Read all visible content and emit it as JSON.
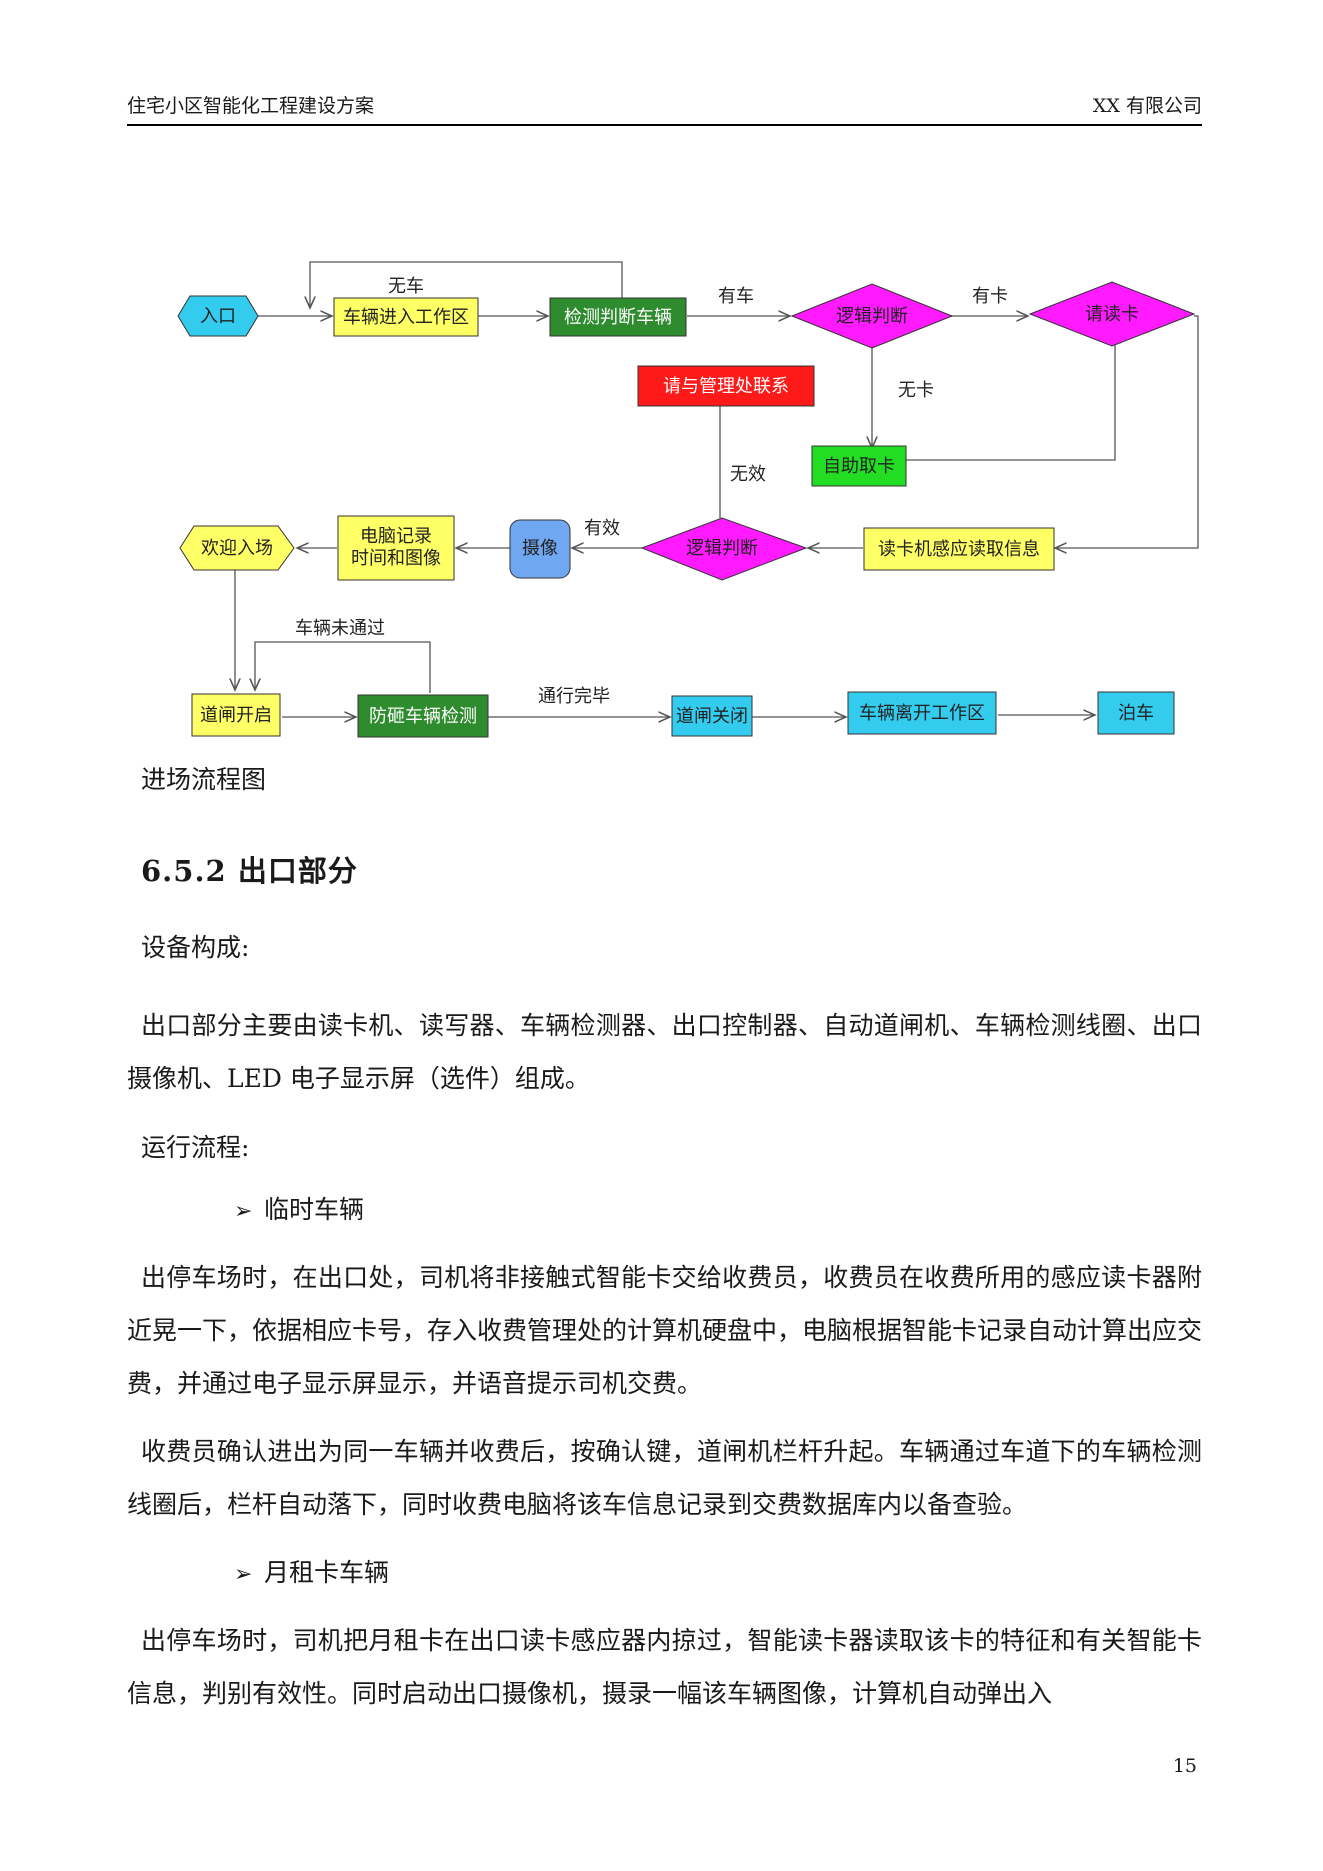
{
  "header": {
    "left": "住宅小区智能化工程建设方案",
    "right": "XX 有限公司"
  },
  "flowchart": {
    "nodes": {
      "entrance": "入口",
      "enter_zone": "车辆进入工作区",
      "detect": "检测判断车辆",
      "logic1": "逻辑判断",
      "read_card": "请读卡",
      "contact": "请与管理处联系",
      "self_card": "自助取卡",
      "reader_info": "读卡机感应读取信息",
      "logic2": "逻辑判断",
      "camera": "摄像",
      "pc_record_line1": "电脑记录",
      "pc_record_line2": "时间和图像",
      "welcome": "欢迎入场",
      "gate_open": "道闸开启",
      "anti_hit": "防砸车辆检测",
      "gate_close": "道闸关闭",
      "leave_zone": "车辆离开工作区",
      "park": "泊车"
    },
    "edge_labels": {
      "no_car": "无车",
      "has_car": "有车",
      "has_card": "有卡",
      "no_card": "无卡",
      "invalid": "无效",
      "valid": "有效",
      "not_passed": "车辆未通过",
      "passed": "通行完毕"
    },
    "colors": {
      "cyan": "#33ccee",
      "yellow": "#ffff66",
      "green": "#2e8b2e",
      "bright_green": "#22dd22",
      "magenta": "#ff1aff",
      "red": "#ff1a1a",
      "blue": "#6fa8f0"
    }
  },
  "caption": "进场流程图",
  "section_heading": "6.5.2 出口部分",
  "equipment_label": "设备构成:",
  "equipment_text": "出口部分主要由读卡机、读写器、车辆检测器、出口控制器、自动道闸机、车辆检测线圈、出口摄像机、LED 电子显示屏（选件）组成。",
  "process_label": "运行流程:",
  "bullet1": "临时车辆",
  "para1": "出停车场时，在出口处，司机将非接触式智能卡交给收费员，收费员在收费所用的感应读卡器附近晃一下，依据相应卡号，存入收费管理处的计算机硬盘中，电脑根据智能卡记录自动计算出应交费，并通过电子显示屏显示，并语音提示司机交费。",
  "para2": "收费员确认进出为同一车辆并收费后，按确认键，道闸机栏杆升起。车辆通过车道下的车辆检测线圈后，栏杆自动落下，同时收费电脑将该车信息记录到交费数据库内以备查验。",
  "bullet2": "月租卡车辆",
  "para3": "出停车场时，司机把月租卡在出口读卡感应器内掠过，智能读卡器读取该卡的特征和有关智能卡信息，判别有效性。同时启动出口摄像机，摄录一幅该车辆图像，计算机自动弹出入",
  "page_number": "15"
}
